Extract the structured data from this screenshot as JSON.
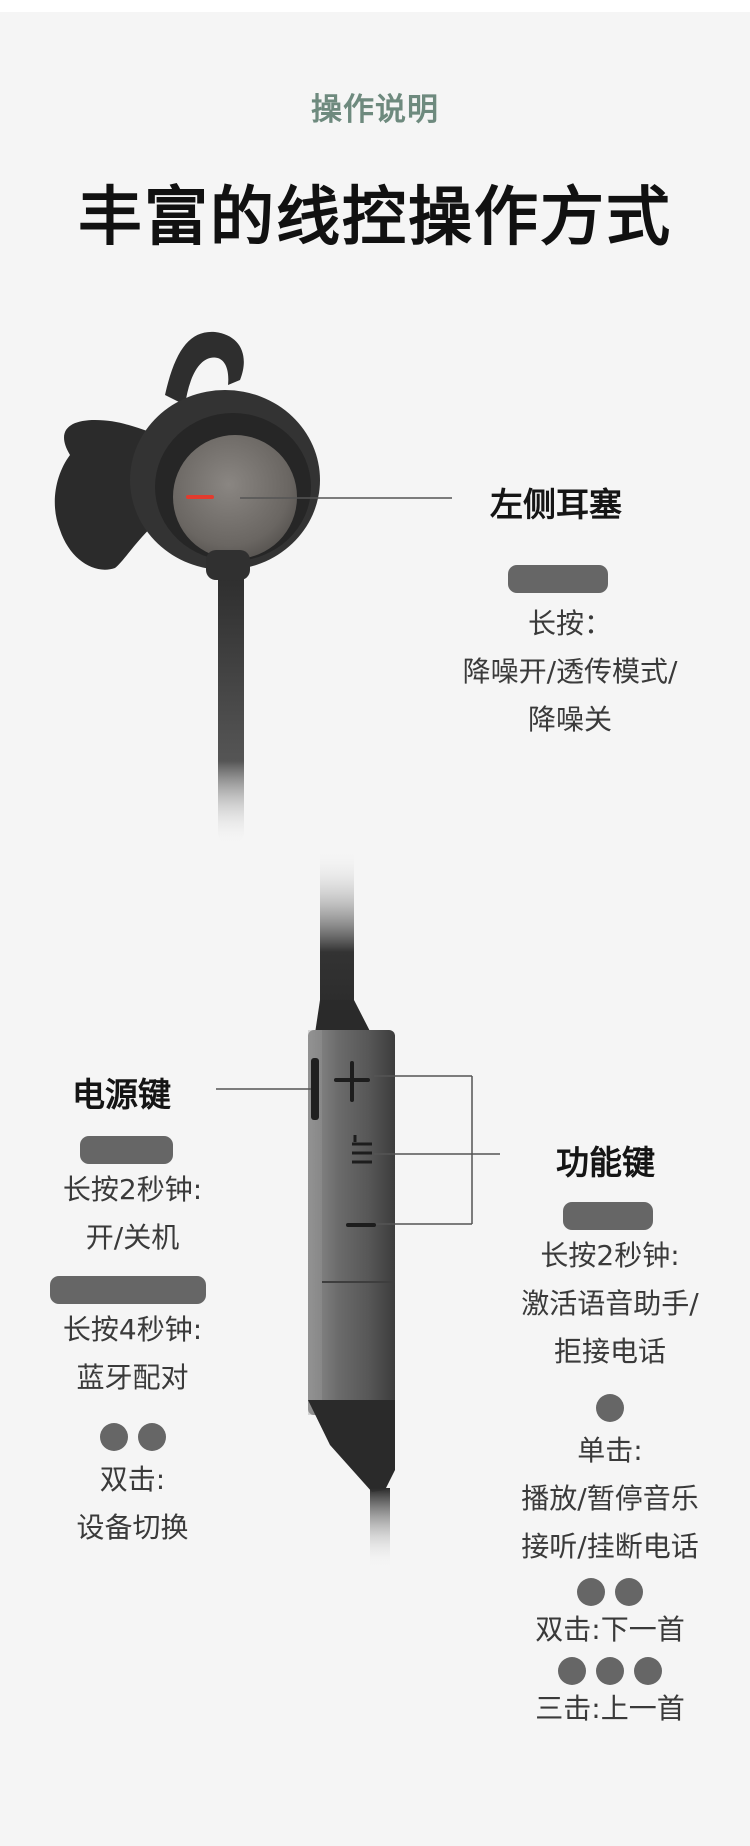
{
  "header": {
    "kicker": "操作说明",
    "headline": "丰富的线控操作方式"
  },
  "left_earbud": {
    "title": "左侧耳塞",
    "desc_lines": [
      "长按：",
      "降噪开/透传模式/",
      "降噪关"
    ]
  },
  "power_key": {
    "title": "电源键",
    "long_press_2s": [
      "长按2秒钟:",
      "开/关机"
    ],
    "long_press_4s": [
      "长按4秒钟:",
      "蓝牙配对"
    ],
    "double_click": [
      "双击:",
      "设备切换"
    ]
  },
  "function_key": {
    "title": "功能键",
    "long_press_2s": [
      "长按2秒钟:",
      "激活语音助手/",
      "拒接电话"
    ],
    "single_click": [
      "单击:",
      "播放/暂停音乐",
      "接听/挂断电话"
    ],
    "double_click": "双击:下一首",
    "triple_click": "三击:上一首"
  },
  "colors": {
    "background": "#f5f5f5",
    "kicker": "#6e8a7e",
    "indicator": "#666666",
    "earbud_body": "#333333",
    "earbud_accent": "#e23b2e"
  },
  "icons": {
    "plus": "plus-glyph",
    "multifunction": "three-bars-glyph",
    "minus": "minus-glyph"
  }
}
